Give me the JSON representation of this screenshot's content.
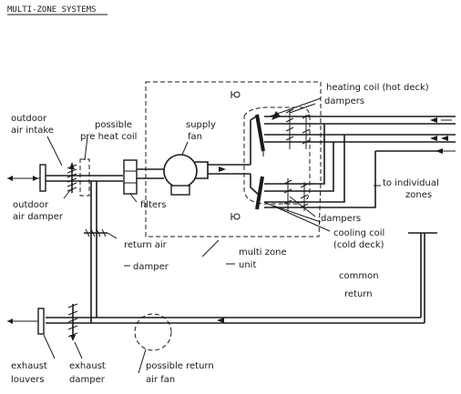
{
  "header": {
    "title": "MULTI-ZONE SYSTEMS"
  },
  "labels": {
    "outdoor_air_intake": [
      "outdoor",
      "air intake"
    ],
    "possible_pre_heat_coil": [
      "possible",
      "pre heat coil"
    ],
    "supply_fan": [
      "supply",
      "fan"
    ],
    "heating_coil": "heating coil (hot deck)",
    "dampers_top": "dampers",
    "to_individual_zones": [
      "to individual",
      "zones"
    ],
    "outdoor_air_damper": [
      "outdoor",
      "air damper"
    ],
    "filters": "filters",
    "dampers_bottom": "dampers",
    "cooling_coil": [
      "cooling coil",
      "(cold deck)"
    ],
    "return_air_damper": [
      "return air",
      "damper"
    ],
    "multi_zone_unit": [
      "multi zone",
      "unit"
    ],
    "common_return": [
      "common",
      "return"
    ],
    "exhaust_louvers": [
      "exhaust",
      "louvers"
    ],
    "exhaust_damper": [
      "exhaust",
      "damper"
    ],
    "possible_return_air_fan": [
      "possible return",
      "air fan"
    ]
  }
}
